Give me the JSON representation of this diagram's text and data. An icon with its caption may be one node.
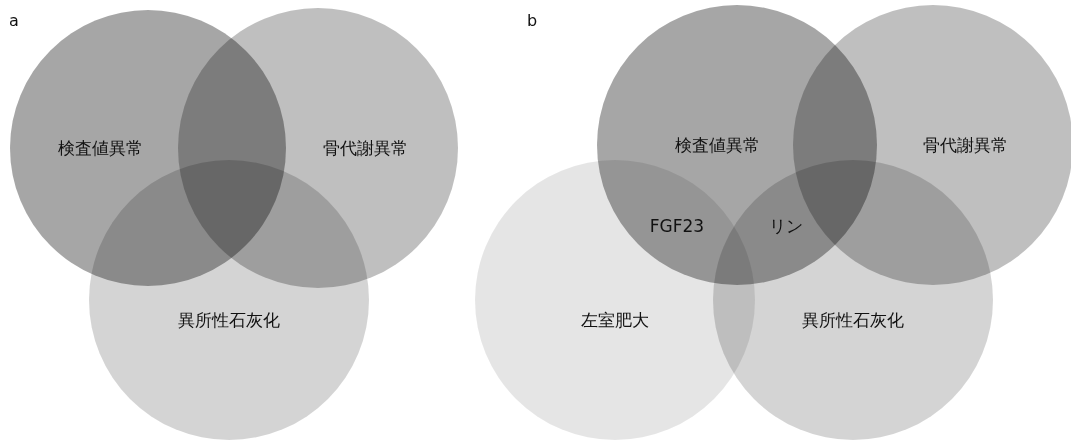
{
  "diagram": {
    "nodes": [
      {
        "text": [
          "検査値異常"
        ]
      },
      {
        "text": [
          "骨代謝異常"
        ]
      },
      {
        "text": [
          "異所性石灰化"
        ]
      },
      {
        "text": [
          "検査値異常"
        ]
      },
      {
        "text": [
          "骨代謝異常"
        ]
      },
      {
        "text": [
          "左室肥大"
        ]
      },
      {
        "text": [
          "異所性石灰化"
        ]
      }
    ],
    "edges": [],
    "labels": [
      "a",
      "b",
      "FGF23",
      "リン"
    ]
  }
}
